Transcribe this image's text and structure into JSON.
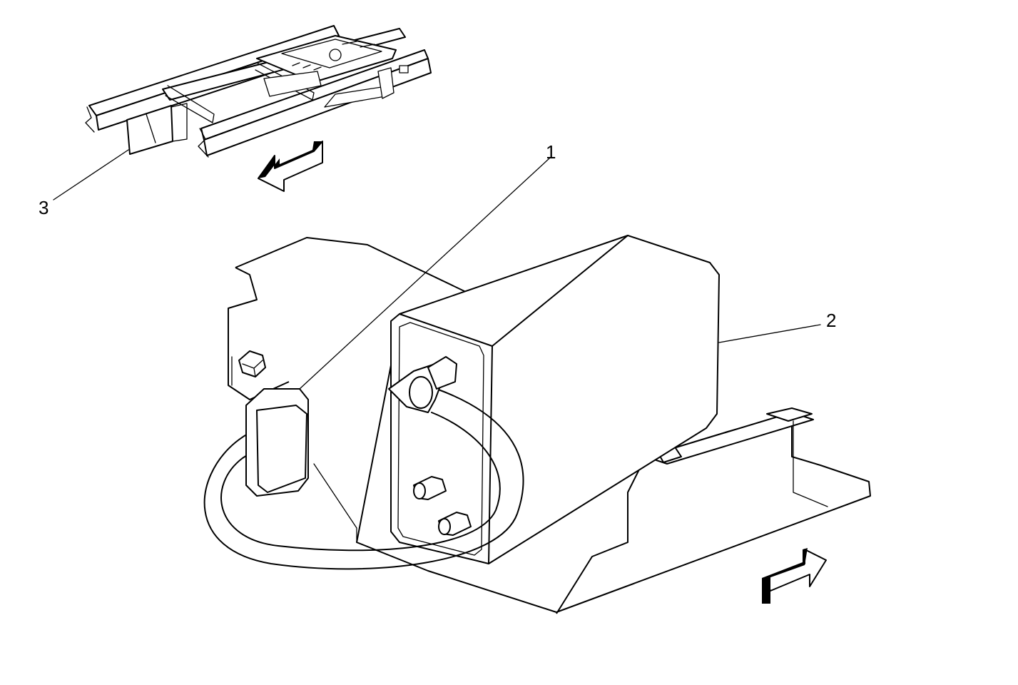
{
  "callouts": [
    {
      "id": "1",
      "label": "1"
    },
    {
      "id": "2",
      "label": "2"
    },
    {
      "id": "3",
      "label": "3"
    }
  ],
  "colors": {
    "ink": "#000000",
    "paper": "#ffffff"
  },
  "icons": [
    "direction-arrow-icon"
  ]
}
